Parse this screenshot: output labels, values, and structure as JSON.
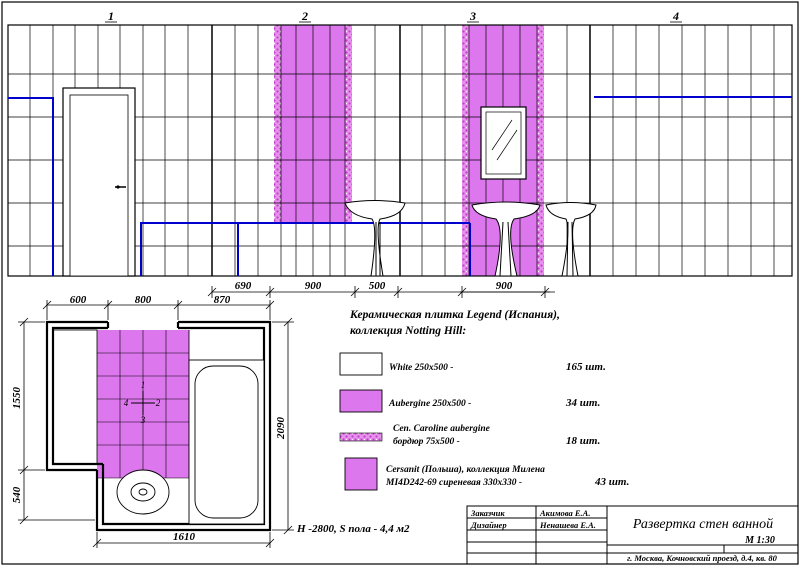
{
  "walls": {
    "labels": [
      "1",
      "2",
      "3",
      "4"
    ],
    "dimensions": [
      "690",
      "900",
      "500",
      "900"
    ]
  },
  "plan": {
    "dims_top": [
      "600",
      "800",
      "870"
    ],
    "dim_left_upper": "1550",
    "dim_left_lower": "540",
    "dim_right": "2090",
    "dim_bottom": "1610",
    "wall_marks": [
      "1",
      "2",
      "3",
      "4"
    ],
    "note": "H -2800, S пола - 4,4 м2"
  },
  "legend": {
    "title_line1": "Керамическая плитка Legend (Испания),",
    "title_line2": "коллекция Notting Hill:",
    "items": [
      {
        "name": "White 250x500  -",
        "name2": "",
        "count": "165 шт.",
        "color": "#ffffff"
      },
      {
        "name": "Aubergine 250x500  -",
        "name2": "",
        "count": "34 шт.",
        "color": "#dd77ee"
      },
      {
        "name": "Cen. Caroline aubergine",
        "name2": "бордюр 75x500   -",
        "count": "18 шт.",
        "color": "#e070e0"
      },
      {
        "name": "Cersanit (Польша),  коллекция Милена",
        "name2": "MI4D242-69 сиреневая 330x330     -",
        "count": "43 шт.",
        "color": "#dd77ee"
      }
    ]
  },
  "title_block": {
    "row1_label": "Заказчик",
    "row1_value": "Акимова Е.А.",
    "row2_label": "Дизайнер",
    "row2_value": "Ненашева Е.А.",
    "title": "Развертка стен ванной",
    "scale": "М 1:30",
    "address": "г. Москва, Кочновский проезд, д.4, кв. 80"
  },
  "colors": {
    "line": "#000000",
    "accent_blue": "#0000cc",
    "purple": "#dd77ee",
    "purple_dark": "#c050d0"
  }
}
